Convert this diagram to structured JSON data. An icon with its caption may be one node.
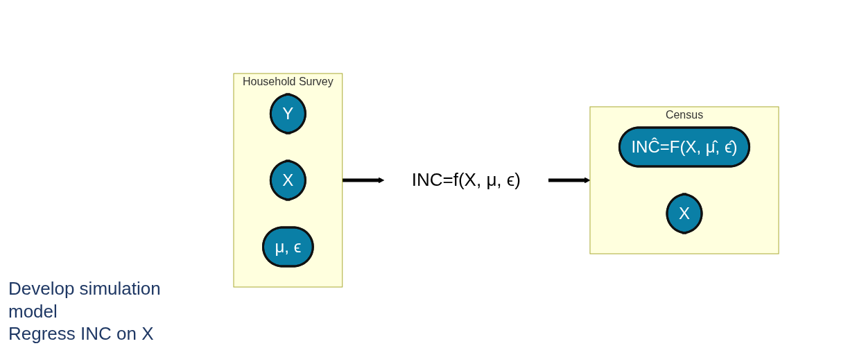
{
  "diagram": {
    "nodes": [
      {
        "text": [
          "Household Survey"
        ]
      },
      {
        "text": [
          "Y"
        ],
        "in": 0
      },
      {
        "text": [
          "X"
        ],
        "in": 0
      },
      {
        "text": [
          "μ, ϵ"
        ],
        "in": 0
      },
      {
        "text": [
          "Census"
        ]
      },
      {
        "text": [
          "INĈ=F(X, μ̂, ϵ̂)"
        ],
        "in": 4
      },
      {
        "text": [
          "X"
        ],
        "in": 4
      },
      {
        "text": [
          "INC=f(X, μ, ϵ)"
        ]
      }
    ],
    "edges": [
      {
        "from": 0,
        "to": 7,
        "arrow": "to"
      },
      {
        "from": 7,
        "to": 4,
        "arrow": "to"
      }
    ],
    "labels": [
      "Develop simulation model",
      "Regress INC on X"
    ]
  }
}
